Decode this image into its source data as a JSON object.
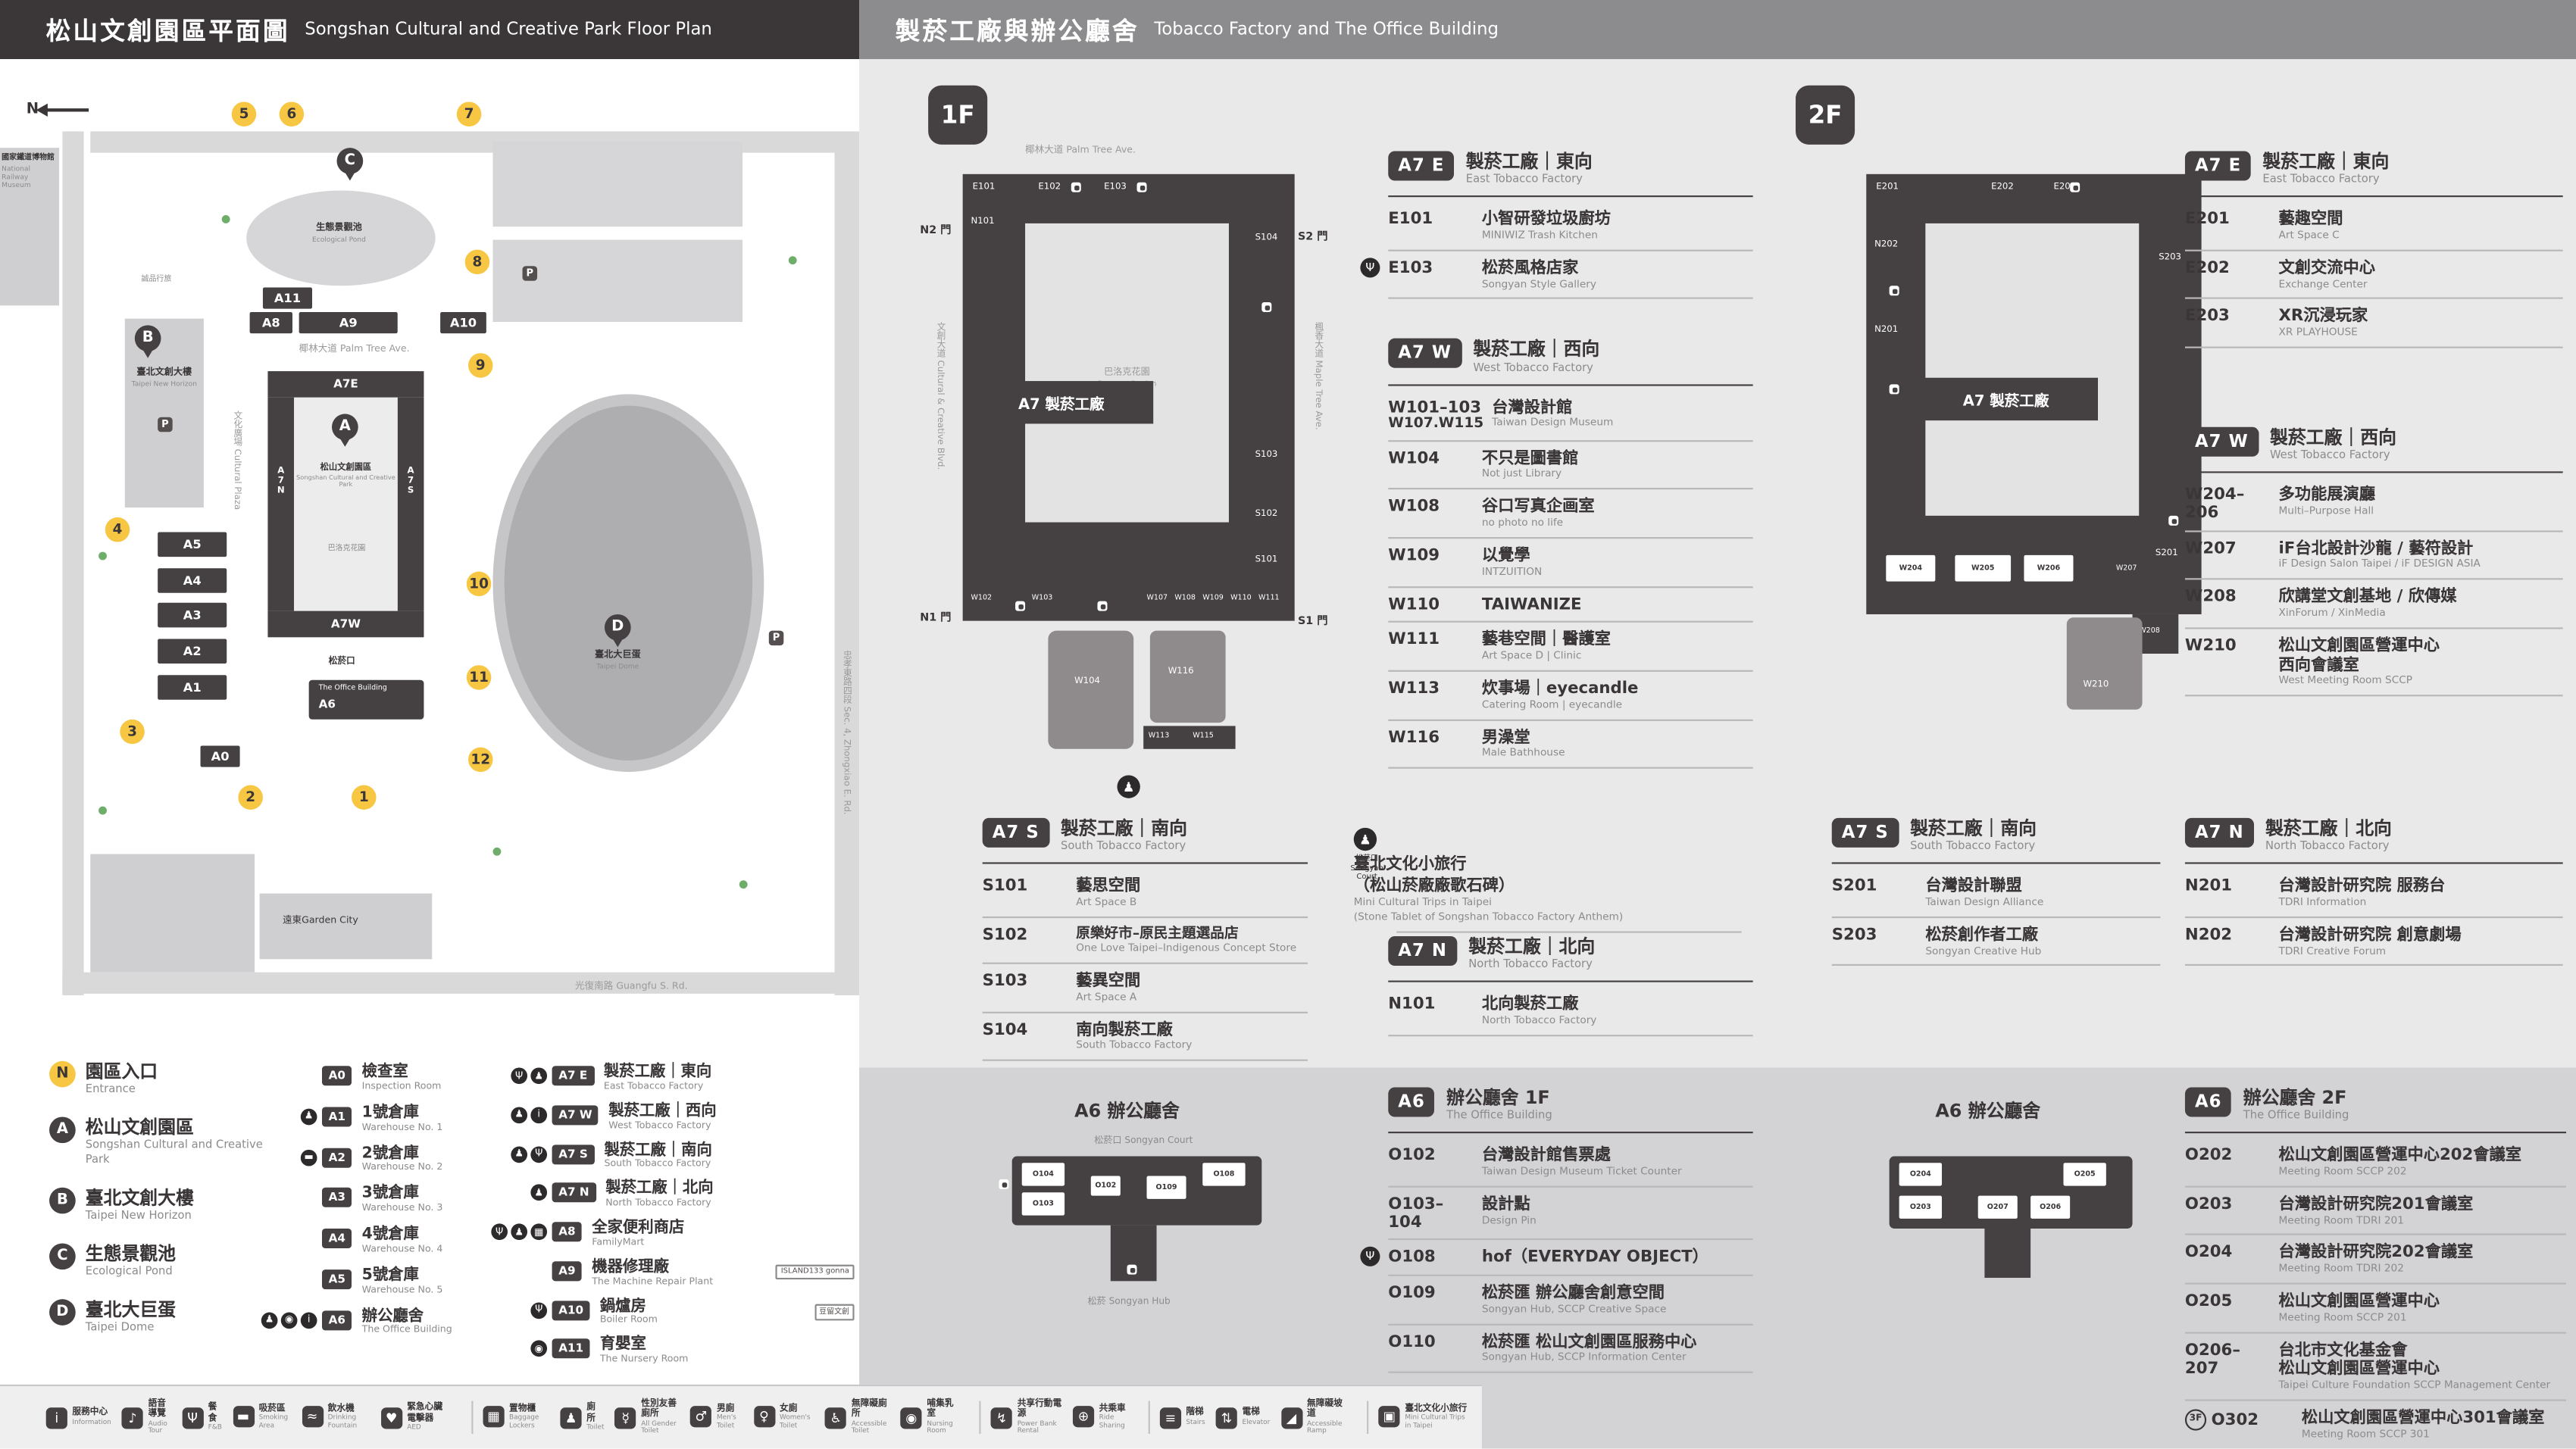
{
  "headers": {
    "left_zh": "松山文創園區平面圖",
    "left_en": "Songshan Cultural and Creative Park Floor Plan",
    "right_zh": "製菸工廠與辦公廳舍",
    "right_en": "Tobacco Factory and The Office Building"
  },
  "map": {
    "compass": "N",
    "parking": "P",
    "pins": {
      "a": "A",
      "b": "B",
      "c": "C",
      "d": "D"
    },
    "numbers": [
      "1",
      "2",
      "3",
      "4",
      "5",
      "6",
      "7",
      "8",
      "9",
      "10",
      "11",
      "12"
    ],
    "boxes": {
      "a0": "A0",
      "a1": "A1",
      "a2": "A2",
      "a3": "A3",
      "a4": "A4",
      "a5": "A5",
      "a8": "A8",
      "a9": "A9",
      "a10": "A10",
      "a11": "A11",
      "a7e": "A7E",
      "a7w": "A7W",
      "a7n": "A7N",
      "a7s": "A7S",
      "a6": "A6"
    },
    "labels": {
      "railway_zh": "國家鐵道博物館",
      "railway_en": "National Railway Museum",
      "pond_zh": "生態景觀池",
      "pond_en": "Ecological Pond",
      "eslite": "誠品行旅",
      "palm": "椰林大道 Palm Tree Ave.",
      "b_zh": "臺北文創大樓",
      "b_en": "Taipei New Horizon",
      "plaza": "文化廣場 Cultural Plaza",
      "a_zh": "松山文創園區",
      "a_en": "Songshan Cultural and Creative Park",
      "baroque": "巴洛克花園",
      "court": "松菸口",
      "office": "The Office Building",
      "dome_zh": "臺北大巨蛋",
      "dome_en": "Taipei Dome",
      "garden_city": "遠東Garden City",
      "guangfu": "光復南路 Guangfu S. Rd.",
      "zhongxiao": "忠孝東路四段 Sec. 4, Zhongxiao E. Rd."
    }
  },
  "legend": {
    "places": [
      {
        "badge": "N",
        "zh": "園區入口",
        "en": "Entrance"
      },
      {
        "badge": "A",
        "zh": "松山文創園區",
        "en": "Songshan Cultural and Creative Park"
      },
      {
        "badge": "B",
        "zh": "臺北文創大樓",
        "en": "Taipei New Horizon"
      },
      {
        "badge": "C",
        "zh": "生態景觀池",
        "en": "Ecological Pond"
      },
      {
        "badge": "D",
        "zh": "臺北大巨蛋",
        "en": "Taipei Dome"
      }
    ],
    "warehouses": [
      {
        "code": "A0",
        "zh": "檢查室",
        "en": "Inspection Room"
      },
      {
        "code": "A1",
        "zh": "1號倉庫",
        "en": "Warehouse No. 1",
        "icons": [
          "♟"
        ]
      },
      {
        "code": "A2",
        "zh": "2號倉庫",
        "en": "Warehouse No. 2",
        "icons": [
          "▬"
        ]
      },
      {
        "code": "A3",
        "zh": "3號倉庫",
        "en": "Warehouse No. 3"
      },
      {
        "code": "A4",
        "zh": "4號倉庫",
        "en": "Warehouse No. 4"
      },
      {
        "code": "A5",
        "zh": "5號倉庫",
        "en": "Warehouse No. 5"
      },
      {
        "code": "A6",
        "zh": "辦公廳舍",
        "en": "The Office Building",
        "icons": [
          "♟",
          "◉",
          "i"
        ]
      }
    ],
    "factory": [
      {
        "code": "A7 E",
        "zh": "製菸工廠｜東向",
        "en": "East Tobacco Factory",
        "icons": [
          "Ψ",
          "♟"
        ]
      },
      {
        "code": "A7 W",
        "zh": "製菸工廠｜西向",
        "en": "West Tobacco Factory",
        "icons": [
          "♟",
          "i"
        ]
      },
      {
        "code": "A7 S",
        "zh": "製菸工廠｜南向",
        "en": "South Tobacco Factory",
        "icons": [
          "♟",
          "Ψ"
        ]
      },
      {
        "code": "A7 N",
        "zh": "製菸工廠｜北向",
        "en": "North Tobacco Factory",
        "icons": [
          "♟"
        ]
      },
      {
        "code": "A8",
        "zh": "全家便利商店",
        "en": "FamilyMart",
        "icons": [
          "Ψ",
          "♟",
          "▦"
        ]
      },
      {
        "code": "A9",
        "zh": "機器修理廠",
        "en": "The Machine Repair Plant",
        "extra": "ISLAND133 gonna"
      },
      {
        "code": "A10",
        "zh": "鍋爐房",
        "en": "Boiler Room",
        "extra": "豆留文創",
        "icons": [
          "Ψ"
        ]
      },
      {
        "code": "A11",
        "zh": "育嬰室",
        "en": "The Nursery Room",
        "icons": [
          "◉"
        ]
      }
    ]
  },
  "f1": {
    "floor": "1F",
    "plan": {
      "streets": {
        "top": "椰林大道 Palm Tree Ave.",
        "left": "文創大道 Cultural & Creative Blvd.",
        "right": "楓香大道 Maple Tree Ave."
      },
      "gates": {
        "n2": "N2 門",
        "s2": "S2 門",
        "n1": "N1 門",
        "s1": "S1 門"
      },
      "center": "A7 製菸工廠",
      "garden_zh": "巴洛克花園",
      "garden_en": "Baroque Garden",
      "rooms": {
        "e101": "E101",
        "e102": "E102",
        "e103": "E103",
        "n101": "N101",
        "s101": "S101",
        "s102": "S102",
        "s103": "S103",
        "s104": "S104",
        "w102": "W102",
        "w103": "W103",
        "w104": "W104",
        "w107": "W107",
        "w108": "W108",
        "w109": "W109",
        "w110": "W110",
        "w111": "W111",
        "w113": "W113",
        "w115": "W115",
        "w116": "W116"
      }
    },
    "sections": [
      {
        "badge": "A7 E",
        "zh": "製菸工廠｜東向",
        "en": "East Tobacco Factory",
        "rooms": [
          {
            "code": "E101",
            "zh": "小智研發垃圾廚坊",
            "en": "MINIWIZ Trash Kitchen"
          },
          {
            "code": "E103",
            "zh": "松菸風格店家",
            "en": "Songyan Style Gallery",
            "icon": "Ψ"
          }
        ]
      },
      {
        "badge": "A7 W",
        "zh": "製菸工廠｜西向",
        "en": "West Tobacco Factory",
        "rooms": [
          {
            "code": "W101–103",
            "code2": "W107.W115",
            "zh": "台灣設計館",
            "en": "Taiwan Design Museum"
          },
          {
            "code": "W104",
            "zh": "不只是圖書館",
            "en": "Not just Library"
          },
          {
            "code": "W108",
            "zh": "谷口写真企画室",
            "en": "no photo no life"
          },
          {
            "code": "W109",
            "zh": "以覺學",
            "en": "INTZUITION"
          },
          {
            "code": "W110",
            "zh": "TAIWANIZE",
            "en": ""
          },
          {
            "code": "W111",
            "zh": "藝巷空間｜醫護室",
            "en": "Art Space D | Clinic"
          },
          {
            "code": "W113",
            "zh": "炊事場｜eyecandle",
            "en": "Catering Room | eyecandle"
          },
          {
            "code": "W116",
            "zh": "男澡堂",
            "en": "Male Bathhouse"
          }
        ]
      },
      {
        "badge": "A7 S",
        "zh": "製菸工廠｜南向",
        "en": "South Tobacco Factory",
        "rooms": [
          {
            "code": "S101",
            "zh": "藝思空間",
            "en": "Art Space B"
          },
          {
            "code": "S102",
            "zh": "原樂好市–原民主題選品店",
            "en": "One Love Taipei–Indigenous Concept Store"
          },
          {
            "code": "S103",
            "zh": "藝異空間",
            "en": "Art Space A"
          },
          {
            "code": "S104",
            "zh": "南向製菸工廠",
            "en": "South Tobacco Factory"
          }
        ]
      },
      {
        "badge": "A7 N",
        "zh": "製菸工廠｜北向",
        "en": "North Tobacco Factory",
        "rooms": [
          {
            "code": "N101",
            "zh": "北向製菸工廠",
            "en": "North Tobacco Factory"
          }
        ]
      }
    ],
    "court": {
      "icon": "♟",
      "title_zh": "松菸口",
      "title_en": "Songyan Court",
      "zh1": "臺北文化小旅行",
      "zh2": "（松山菸廠廠歌石碑）",
      "en1": "Mini Cultural Trips in Taipei",
      "en2": "(Stone Tablet of Songshan Tobacco Factory Anthem)"
    },
    "a6": {
      "badge": "A6",
      "zh": "辦公廳舍 1F",
      "en": "The Office Building",
      "plan": {
        "title": "A6 辦公廳舍",
        "court": "松菸口 Songyan Court",
        "hub": "松菸 Songyan Hub",
        "rooms": {
          "o104": "O104",
          "o103": "O103",
          "o102": "O102",
          "o109": "O109",
          "o108": "O108"
        }
      },
      "rooms": [
        {
          "code": "O102",
          "zh": "台灣設計館售票處",
          "en": "Taiwan Design Museum Ticket Counter"
        },
        {
          "code": "O103–104",
          "zh": "設計點",
          "en": "Design Pin"
        },
        {
          "code": "O108",
          "zh": "hof（EVERYDAY OBJECT）",
          "en": "",
          "icon": "Ψ"
        },
        {
          "code": "O109",
          "zh": "松菸匯 辦公廳舍創意空間",
          "en": "Songyan Hub, SCCP Creative Space"
        },
        {
          "code": "O110",
          "zh": "松菸匯 松山文創園區服務中心",
          "en": "Songyan Hub, SCCP Information Center"
        }
      ]
    }
  },
  "f2": {
    "floor": "2F",
    "plan": {
      "center": "A7 製菸工廠",
      "rooms": {
        "e201": "E201",
        "e202": "E202",
        "e203": "E203",
        "n201": "N201",
        "n202": "N202",
        "s201": "S201",
        "s203": "S203",
        "w204": "W204",
        "w205": "W205",
        "w206": "W206",
        "w207": "W207",
        "w208": "W208",
        "w210": "W210"
      }
    },
    "sections": [
      {
        "badge": "A7 E",
        "zh": "製菸工廠｜東向",
        "en": "East Tobacco Factory",
        "rooms": [
          {
            "code": "E201",
            "zh": "藝趣空間",
            "en": "Art Space C"
          },
          {
            "code": "E202",
            "zh": "文創交流中心",
            "en": "Exchange Center"
          },
          {
            "code": "E203",
            "zh": "XR沉浸玩家",
            "en": "XR PLAYHOUSE"
          }
        ]
      },
      {
        "badge": "A7 W",
        "zh": "製菸工廠｜西向",
        "en": "West Tobacco Factory",
        "rooms": [
          {
            "code": "W204–206",
            "zh": "多功能展演廳",
            "en": "Multi–Purpose Hall"
          },
          {
            "code": "W207",
            "zh": "iF台北設計沙龍 / 藝符設計",
            "en": "iF Design Salon Taipei / iF DESIGN ASIA"
          },
          {
            "code": "W208",
            "zh": "欣講堂文創基地 / 欣傳媒",
            "en": "XinForum / XinMedia"
          },
          {
            "code": "W210",
            "zh": "松山文創園區營運中心",
            "zh2": "西向會議室",
            "en": "West Meeting Room SCCP"
          }
        ]
      },
      {
        "badge": "A7 S",
        "zh": "製菸工廠｜南向",
        "en": "South Tobacco Factory",
        "rooms": [
          {
            "code": "S201",
            "zh": "台灣設計聯盟",
            "en": "Taiwan Design Alliance"
          },
          {
            "code": "S203",
            "zh": "松菸創作者工廠",
            "en": "Songyan Creative Hub"
          }
        ]
      },
      {
        "badge": "A7 N",
        "zh": "製菸工廠｜北向",
        "en": "North Tobacco Factory",
        "rooms": [
          {
            "code": "N201",
            "zh": "台灣設計研究院 服務台",
            "en": "TDRI Information"
          },
          {
            "code": "N202",
            "zh": "台灣設計研究院 創意劇場",
            "en": "TDRI Creative Forum"
          }
        ]
      }
    ],
    "a6": {
      "badge": "A6",
      "zh": "辦公廳舍 2F",
      "en": "The Office Building",
      "plan": {
        "title": "A6 辦公廳舍",
        "rooms": {
          "o204": "O204",
          "o205": "O205",
          "o203": "O203",
          "o207": "O207",
          "o206": "O206"
        }
      },
      "rooms": [
        {
          "code": "O202",
          "zh": "松山文創園區營運中心202會議室",
          "en": "Meeting Room SCCP 202"
        },
        {
          "code": "O203",
          "zh": "台灣設計研究院201會議室",
          "en": "Meeting Room TDRI 201"
        },
        {
          "code": "O204",
          "zh": "台灣設計研究院202會議室",
          "en": "Meeting Room TDRI 202"
        },
        {
          "code": "O205",
          "zh": "松山文創園區營運中心",
          "en": "Meeting Room SCCP 201"
        },
        {
          "code": "O206–207",
          "zh": "台北市文化基金會",
          "zh2": "松山文創園區營運中心",
          "en": "Taipei Culture Foundation SCCP Management Center"
        },
        {
          "code": "O302",
          "prefix": "3F",
          "zh": "松山文創園區營運中心301會議室",
          "en": "Meeting Room SCCP 301"
        }
      ]
    }
  },
  "bottom": {
    "items": [
      {
        "zh": "服務中心",
        "en": "Information",
        "glyph": "i"
      },
      {
        "zh": "語音導覽",
        "en": "Audio Tour",
        "glyph": "♪"
      },
      {
        "zh": "餐食",
        "en": "F&B",
        "glyph": "Ψ"
      },
      {
        "zh": "吸菸區",
        "en": "Smoking Area",
        "glyph": "▬"
      },
      {
        "zh": "飲水機",
        "en": "Drinking Fountain",
        "glyph": "≈"
      },
      {
        "zh": "緊急心臟電擊器",
        "en": "AED",
        "glyph": "♥"
      },
      {
        "zh": "置物櫃",
        "en": "Baggage Lockers",
        "glyph": "▦"
      },
      {
        "zh": "廁所",
        "en": "Toilet",
        "glyph": "♟"
      },
      {
        "zh": "性別友善廁所",
        "en": "All Gender Toilet",
        "glyph": "☿"
      },
      {
        "zh": "男廁",
        "en": "Men's Toilet",
        "glyph": "♂"
      },
      {
        "zh": "女廁",
        "en": "Women's Toilet",
        "glyph": "♀"
      },
      {
        "zh": "無障礙廁所",
        "en": "Accessible Toilet",
        "glyph": "♿"
      },
      {
        "zh": "哺集乳室",
        "en": "Nursing Room",
        "glyph": "◉"
      },
      {
        "zh": "共享行動電源",
        "en": "Power Bank Rental",
        "glyph": "↯"
      },
      {
        "zh": "共乘車",
        "en": "Ride Sharing",
        "glyph": "⊕"
      },
      {
        "zh": "階梯",
        "en": "Stairs",
        "glyph": "≡"
      },
      {
        "zh": "電梯",
        "en": "Elevator",
        "glyph": "⇅"
      },
      {
        "zh": "無障礙坡道",
        "en": "Accessible Ramp",
        "glyph": "◢"
      },
      {
        "zh": "臺北文化小旅行",
        "en": "Mini Cultural Trips in Taipei",
        "glyph": "▣"
      }
    ]
  }
}
